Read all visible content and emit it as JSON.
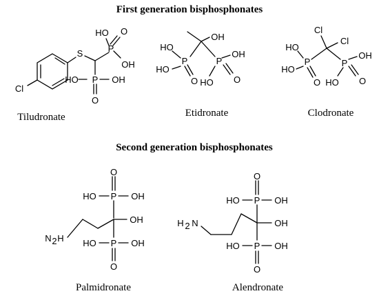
{
  "headings": {
    "first": "First generation bisphosphonates",
    "second": "Second generation bisphosphonates"
  },
  "compounds": {
    "tiludronate": {
      "caption": "Tiludronate",
      "labels": {
        "cl": "Cl",
        "s": "S",
        "oh1": "HO",
        "p1": "P",
        "oh2": "OH",
        "o1": "O",
        "p2": "P",
        "oh3": "OH",
        "oh4": "HO",
        "o2": "O"
      }
    },
    "etidronate": {
      "caption": "Etidronate",
      "labels": {
        "oh_top": "OH",
        "oh1": "HO",
        "p1": "P",
        "o1": "O",
        "oh2": "HO",
        "p2": "P",
        "o2": "O",
        "oh3": "OH"
      }
    },
    "clodronate": {
      "caption": "Clodronate",
      "labels": {
        "cl1": "Cl",
        "cl2": "Cl",
        "oh1": "HO",
        "p1": "P",
        "o1": "O",
        "oh2": "HO",
        "p2": "P",
        "o2": "O",
        "oh3": "OH"
      }
    },
    "palmidronate": {
      "caption": "Palmidronate",
      "labels": {
        "o_top": "O",
        "ho1": "HO",
        "p1": "P",
        "oh1": "OH",
        "oh_c": "OH",
        "n": "N",
        "h2": "H",
        "sub2": "2",
        "ho2": "HO",
        "p2": "P",
        "oh2": "OH",
        "o_bot": "O"
      }
    },
    "alendronate": {
      "caption": "Alendronate",
      "labels": {
        "o_top": "O",
        "ho1": "HO",
        "p1": "P",
        "oh1": "OH",
        "oh_c": "OH",
        "h2": "H",
        "sub2": "2",
        "n": "N",
        "ho2": "HO",
        "p2": "P",
        "oh2": "OH",
        "o_bot": "O"
      }
    }
  }
}
